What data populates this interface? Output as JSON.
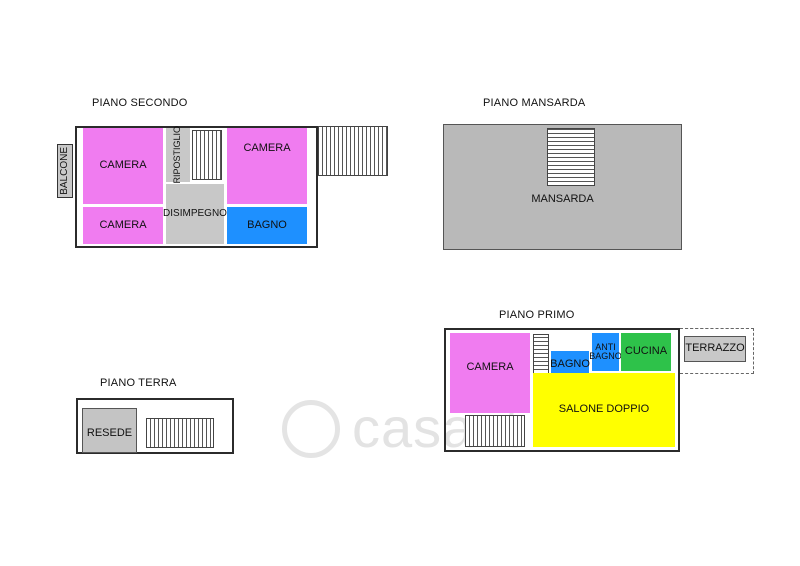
{
  "colors": {
    "camera": "#f07cf0",
    "bagno": "#1e90ff",
    "disimpegno": "#c8c8c8",
    "mansarda": "#b9b9b9",
    "cucina": "#2ec24a",
    "salone": "#ffff00",
    "resede": "#c4c4c4",
    "terrazzo": "#c8c8c8",
    "watermark": "#e3e3e3"
  },
  "watermark": {
    "text": "casa.it"
  },
  "piano_secondo": {
    "title": "PIANO SECONDO",
    "rooms": {
      "camera1": "CAMERA",
      "camera2": "CAMERA",
      "camera3": "CAMERA",
      "disimpegno": "DISIMPEGNO",
      "bagno": "BAGNO",
      "ripostiglio": "RIPOSTIGLIO",
      "balcone": "BALCONE"
    }
  },
  "piano_mansarda": {
    "title": "PIANO MANSARDA",
    "rooms": {
      "mansarda": "MANSARDA"
    }
  },
  "piano_terra": {
    "title": "PIANO TERRA",
    "rooms": {
      "resede": "RESEDE"
    }
  },
  "piano_primo": {
    "title": "PIANO PRIMO",
    "rooms": {
      "camera": "CAMERA",
      "bagno": "BAGNO",
      "antibagno": "ANTI BAGNO",
      "cucina": "CUCINA",
      "terrazzo": "TERRAZZO",
      "salone": "SALONE DOPPIO"
    }
  }
}
